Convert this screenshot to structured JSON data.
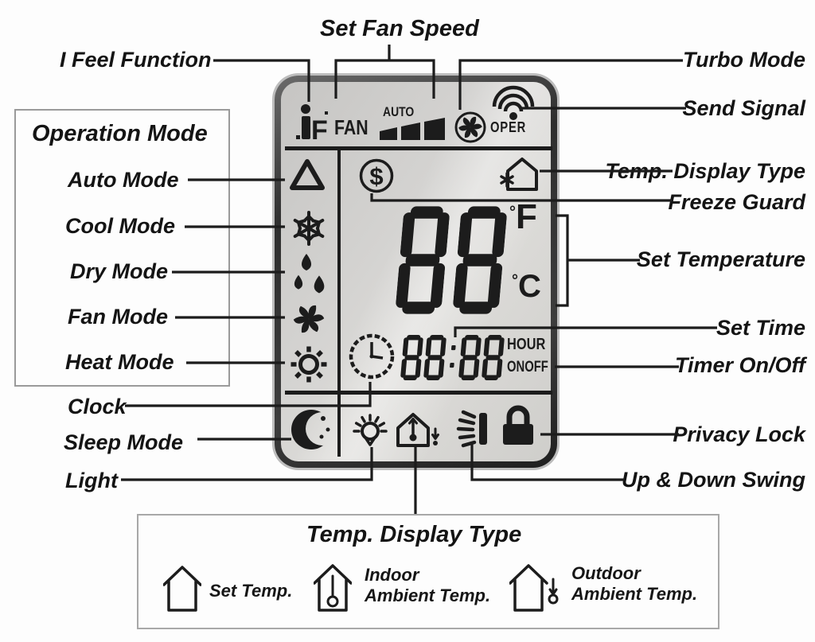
{
  "callouts": {
    "set_fan_speed": "Set Fan Speed",
    "i_feel": "I Feel Function",
    "operation_mode": "Operation Mode",
    "auto_mode": "Auto Mode",
    "cool_mode": "Cool Mode",
    "dry_mode": "Dry Mode",
    "fan_mode": "Fan Mode",
    "heat_mode": "Heat Mode",
    "clock": "Clock",
    "sleep_mode": "Sleep Mode",
    "light": "Light",
    "turbo_mode": "Turbo Mode",
    "send_signal": "Send Signal",
    "temp_display_type": "Temp. Display Type",
    "freeze_guard": "Freeze Guard",
    "set_temperature": "Set Temperature",
    "set_time": "Set Time",
    "timer_on_off": "Timer On/Off",
    "privacy_lock": "Privacy Lock",
    "up_down_swing": "Up & Down Swing"
  },
  "lcd": {
    "fan_label": "FAN",
    "auto_label": "AUTO",
    "oper_label": "OPER",
    "freeze_guard_symbol": "$",
    "temp_value": "88",
    "degree": "°",
    "unit_f": "F",
    "unit_c": "C",
    "timer_value": "88:88",
    "hour_label": "HOUR",
    "onoff_label": "ONOFF"
  },
  "legend": {
    "title": "Temp. Display Type",
    "items": [
      {
        "line1": "Set Temp.",
        "line2": ""
      },
      {
        "line1": "Indoor",
        "line2": "Ambient Temp."
      },
      {
        "line1": "Outdoor",
        "line2": "Ambient Temp."
      }
    ]
  },
  "colors": {
    "ink": "#1c1c1c",
    "lcd_frame": "#3d3d3d",
    "lcd_bg": "#d2d1cf"
  }
}
